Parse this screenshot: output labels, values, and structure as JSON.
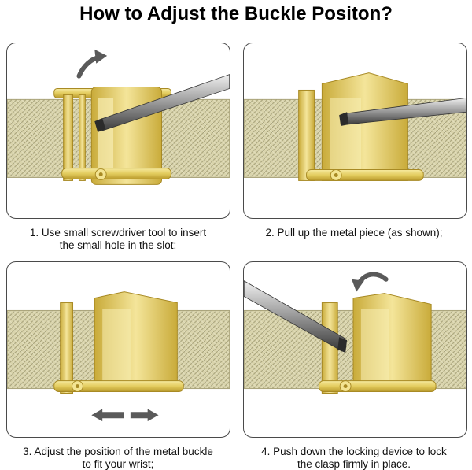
{
  "title": "How to Adjust the Buckle Positon?",
  "steps": [
    {
      "line1": "1. Use small screwdriver tool to insert",
      "line2": "the small hole in the slot;"
    },
    {
      "line1": "2. Pull up the metal piece (as shown);",
      "line2": ""
    },
    {
      "line1": "3. Adjust the position of the metal buckle",
      "line2": "to fit your wrist;"
    },
    {
      "line1": "4. Push down the locking device to lock",
      "line2": "the clasp firmly in place."
    }
  ],
  "colors": {
    "mesh": "#d8d3a8",
    "gold": "#e6d06a",
    "gold_dark": "#b89a2a",
    "tool": "#6b6b6b",
    "arrow": "#555555",
    "border": "#4a4a4a"
  },
  "icons": [
    "up-curved-arrow-icon",
    "down-curved-arrow-icon",
    "left-right-arrows-icon",
    "screwdriver-icon"
  ]
}
